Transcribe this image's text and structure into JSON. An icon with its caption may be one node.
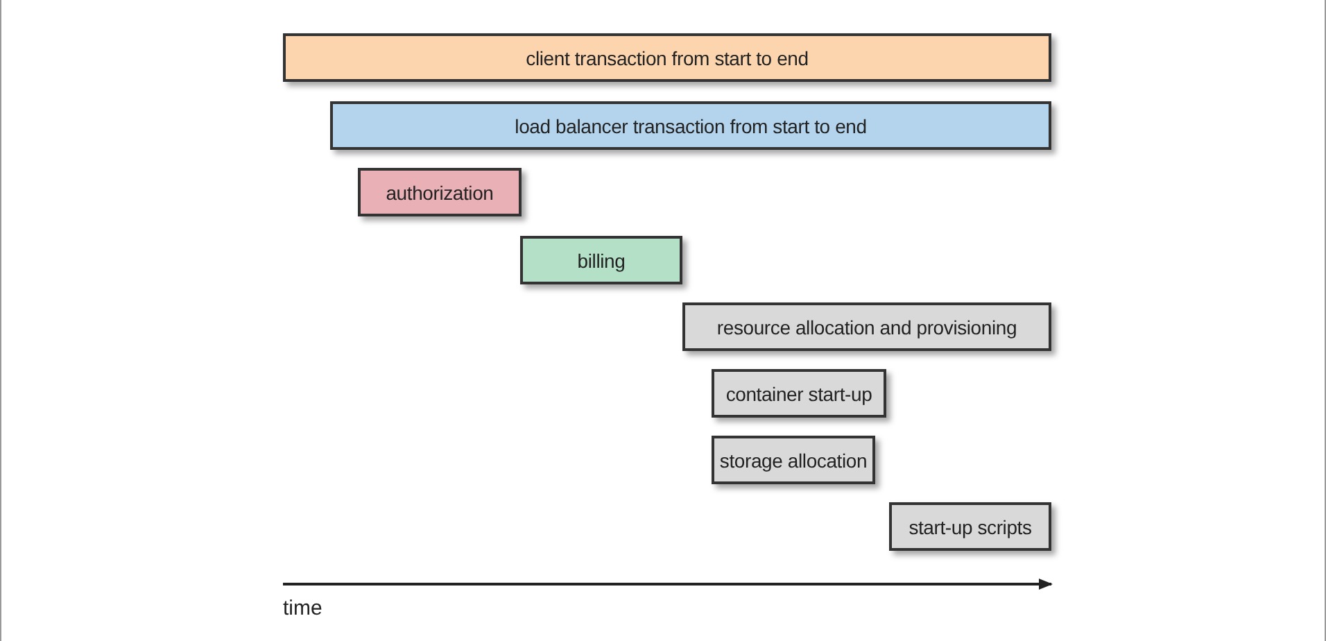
{
  "diagram": {
    "nodes": [
      {
        "text": [
          "client transaction from start to end"
        ]
      },
      {
        "text": [
          "load balancer transaction from start to end"
        ]
      },
      {
        "text": [
          "authorization"
        ]
      },
      {
        "text": [
          "billing"
        ]
      },
      {
        "text": [
          "resource allocation and provisioning"
        ]
      },
      {
        "text": [
          "container start-up"
        ]
      },
      {
        "text": [
          "storage allocation"
        ]
      },
      {
        "text": [
          "start-up scripts"
        ]
      }
    ],
    "edges": [],
    "labels": [
      "time"
    ]
  }
}
